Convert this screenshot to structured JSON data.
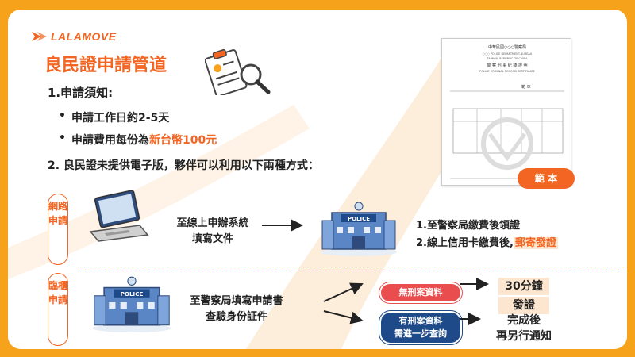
{
  "brand": {
    "name": "LALAMOVE",
    "color": "#f26522"
  },
  "title": "良民證申請管道",
  "section1": {
    "heading": "1.申請須知:",
    "bullet1": "申請工作日約2-5天",
    "bullet2_prefix": "申請費用每份為",
    "bullet2_highlight": "新台幣100元"
  },
  "section2": "2. 良民證未提供電子版，夥伴可以利用以下兩種方式：",
  "certificate": {
    "header": "中華民國○○○警察局",
    "sub1": "○○○ POLICE DEPARTMENT-BUREAU",
    "sub2": "TAIWAN, REPUBLIC OF CHINA",
    "title_zh": "警 察 刑 事 紀 錄 證 明",
    "title_en": "POLICE CRIMINAL RECORD CERTIFICATE",
    "sample_word": "範 本"
  },
  "sample_button": "範 本",
  "online": {
    "label": "網路申請",
    "text_line1": "至線上申辦系統",
    "text_line2": "填寫文件",
    "step1": "1.至警察局繳費後領證",
    "step2_prefix": "2.線上信用卡繳費後,",
    "step2_highlight": "郵寄發證"
  },
  "counter": {
    "label": "臨櫃申請",
    "text_line1": "至警察局填寫申請書",
    "text_line2": "查驗身份証件",
    "no_record": "無刑案資料",
    "has_record_line1": "有刑案資料",
    "has_record_line2": "需進一步查詢",
    "result1_line1": "30分鐘",
    "result1_line2": "發證",
    "result2_line1": "完成後",
    "result2_line2": "再另行通知"
  },
  "police_sign": "POLICE",
  "icons": [
    "lalamove-logo-icon",
    "clipboard-magnifier-icon",
    "laptop-icon",
    "police-station-icon",
    "arrow-right-icon"
  ],
  "colors": {
    "accent": "#f26522",
    "frame": "#f7a21b",
    "red_pill": "#e94d4d",
    "blue_pill": "#1f4a8a",
    "highlight_bg": "#fde6cf"
  }
}
